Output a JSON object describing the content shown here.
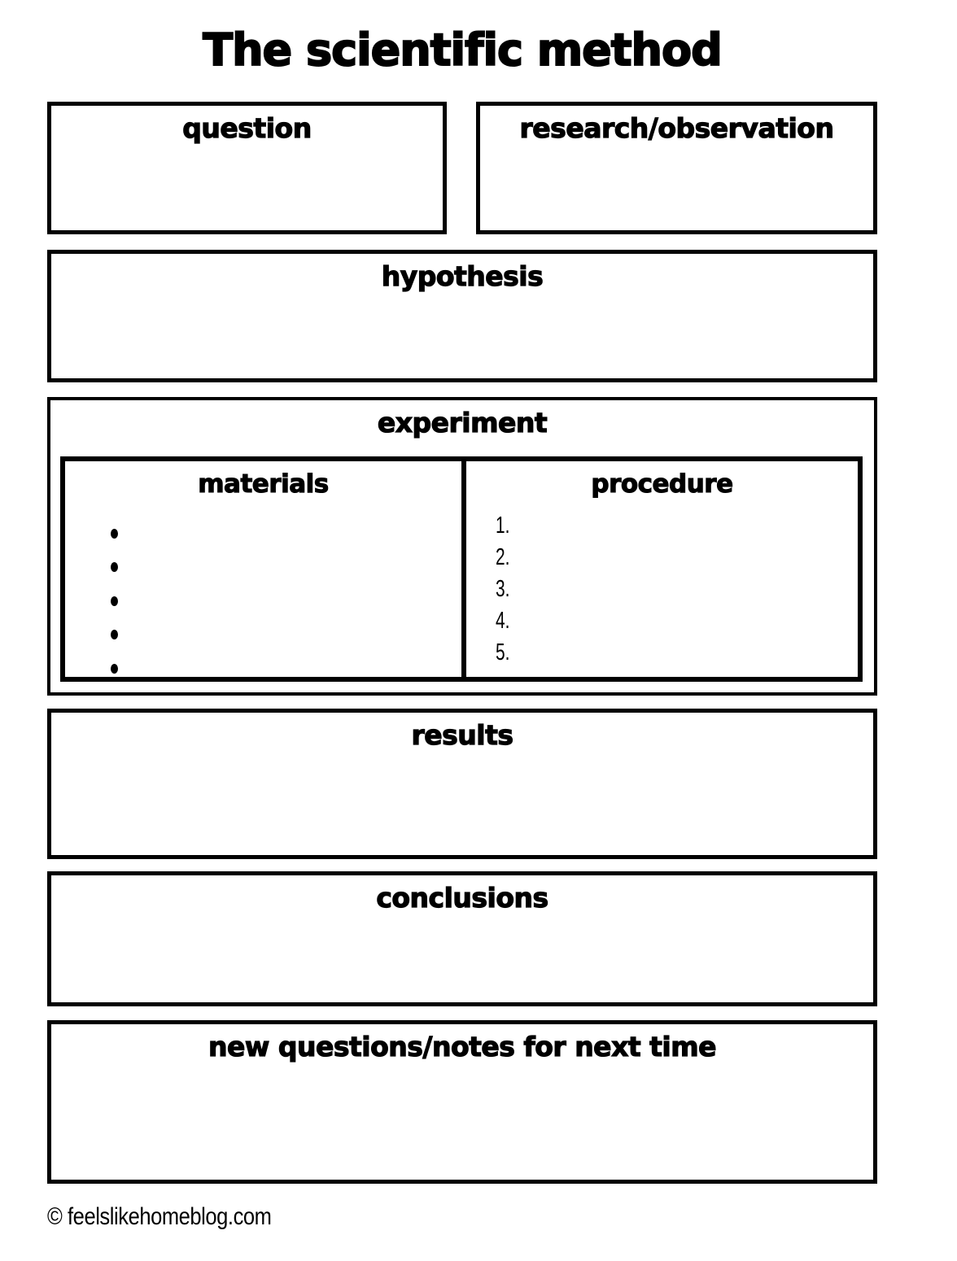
{
  "page": {
    "title": "The scientific method",
    "footer": "© feelslikehomeblog.com",
    "colors": {
      "ink": "#000000",
      "paper": "#ffffff"
    }
  },
  "sections": {
    "question": {
      "label": "question"
    },
    "research": {
      "label": "research/observation"
    },
    "hypothesis": {
      "label": "hypothesis"
    },
    "experiment": {
      "label": "experiment",
      "materials": {
        "label": "materials",
        "bullet_count": 5
      },
      "procedure": {
        "label": "procedure",
        "steps": [
          "1.",
          "2.",
          "3.",
          "4.",
          "5."
        ]
      }
    },
    "results": {
      "label": "results"
    },
    "conclusions": {
      "label": "conclusions"
    },
    "new_questions": {
      "label": "new questions/notes for next time"
    }
  }
}
